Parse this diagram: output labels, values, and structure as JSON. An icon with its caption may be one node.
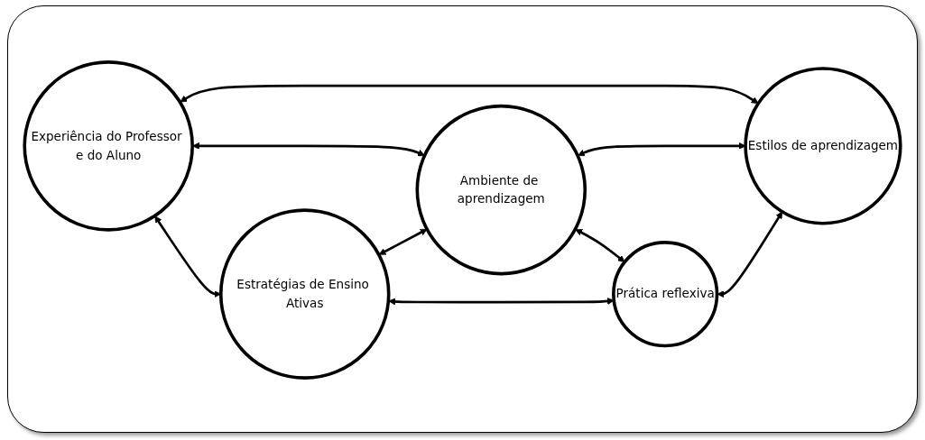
{
  "diagram": {
    "nodes": [
      {
        "text": [
          "Experiência do Professor e do Aluno"
        ]
      },
      {
        "text": [
          "Estratégias de Ensino Ativas"
        ]
      },
      {
        "text": [
          "Ambiente de aprendizagem"
        ]
      },
      {
        "text": [
          "Estilos de aprendizagem"
        ]
      },
      {
        "text": [
          "Prática reflexiva"
        ]
      }
    ],
    "edges": [
      {
        "from": 0,
        "to": 1,
        "arrow": "both"
      },
      {
        "from": 0,
        "to": 3,
        "arrow": "both"
      },
      {
        "from": 0,
        "to": 2,
        "arrow": "both"
      },
      {
        "from": 1,
        "to": 2,
        "arrow": "both"
      },
      {
        "from": 2,
        "to": 3,
        "arrow": "both"
      },
      {
        "from": 2,
        "to": 4,
        "arrow": "both"
      },
      {
        "from": 1,
        "to": 4,
        "arrow": "both"
      },
      {
        "from": 4,
        "to": 3,
        "arrow": "both"
      }
    ]
  }
}
